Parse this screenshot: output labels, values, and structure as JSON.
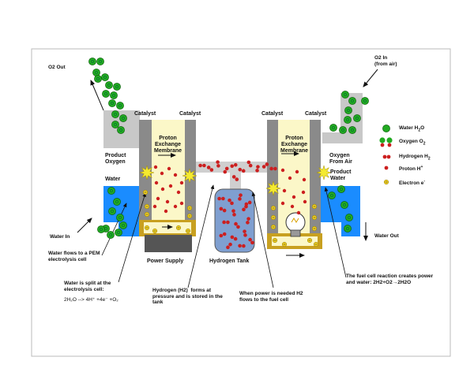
{
  "labels": {
    "o2_out": "O2 Out",
    "o2_in": "O2 In\n(from air)",
    "catalyst": "Catalyst",
    "proton_exchange_membrane": "Proton\nExchange\nMembrane",
    "product_oxygen": "Product\nOxygen",
    "water": "Water",
    "oxygen_from_air": "Oxygen\nFrom Air",
    "product_water": "Product\nWater",
    "water_in": "Water In",
    "water_out": "Water Out",
    "power_supply": "Power Supply",
    "hydrogen_tank": "Hydrogen Tank"
  },
  "legend": [
    {
      "label": "Water H",
      "sub": "2",
      "tail": "O",
      "icon": "water-molecule"
    },
    {
      "label": "Oxygen O",
      "sub": "2",
      "tail": "",
      "icon": "oxygen-molecule"
    },
    {
      "label": "Hydrogen H",
      "sub": "2",
      "tail": "",
      "icon": "hydrogen-molecule"
    },
    {
      "label": "Proton H",
      "sup": "+",
      "tail": "",
      "icon": "proton"
    },
    {
      "label": "Electron e",
      "sup": "-",
      "tail": "",
      "icon": "electron"
    }
  ],
  "annotations": {
    "water_flows": "Water flows to a PEM\nelectrolysis cell",
    "water_split": "Water is split at the\nelectrolysis cell:",
    "equation": "2H₂O --> 4H⁺ +4e⁻ +O₂",
    "hydrogen_stored": "Hydrogen (H2)  forms at\npressure and is stored in the\ntank",
    "power_needed": "When power is needed H2\nflows to the fuel cell",
    "fuel_cell_reaction": "The fuel cell reaction creates power\nand water: 2H2+O2→2H2O"
  },
  "colors": {
    "water_blue": "#1a8cff",
    "gold": "#c8a020",
    "catalyst_gray": "#8a8a8a",
    "membrane_cream": "#fbf7c8",
    "pipe_gray": "#cfcfcf",
    "tank_blue": "#7f9fd0",
    "hydrogen_red": "#cc1f1f",
    "oxygen_green": "#22aa22",
    "electron_yellow": "#f0d020"
  }
}
